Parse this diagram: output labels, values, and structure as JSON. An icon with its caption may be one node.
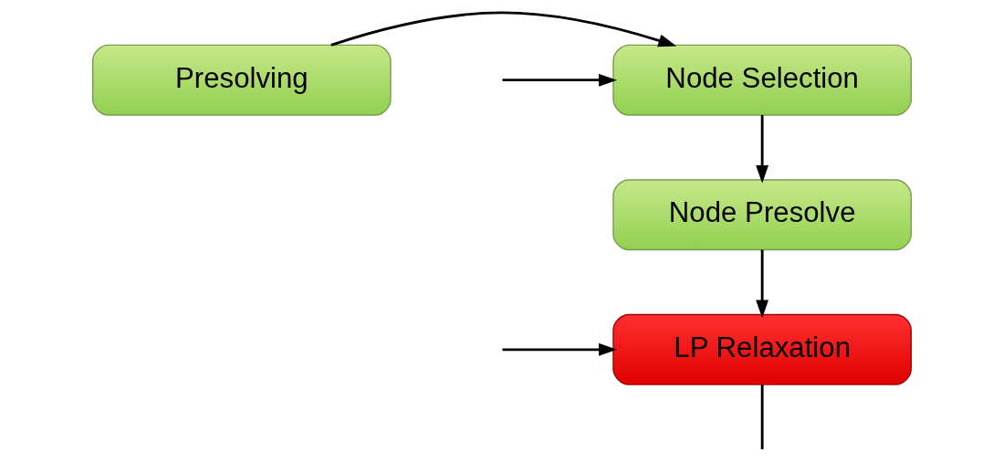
{
  "diagram": {
    "nodes": [
      {
        "text": [
          "Presolving"
        ]
      },
      {
        "text": [
          "Node Selection"
        ]
      },
      {
        "text": [
          "Node Presolve"
        ]
      },
      {
        "text": [
          "LP Relaxation"
        ]
      }
    ],
    "edges": [
      {
        "from": 0,
        "to": 1,
        "arrow": "to"
      },
      {
        "from": null,
        "to": 1,
        "arrow": "to"
      },
      {
        "from": 1,
        "to": 2,
        "arrow": "to"
      },
      {
        "from": 2,
        "to": 3,
        "arrow": "to"
      },
      {
        "from": null,
        "to": 3,
        "arrow": "to"
      },
      {
        "from": 3,
        "to": null,
        "arrow": "none"
      }
    ]
  }
}
